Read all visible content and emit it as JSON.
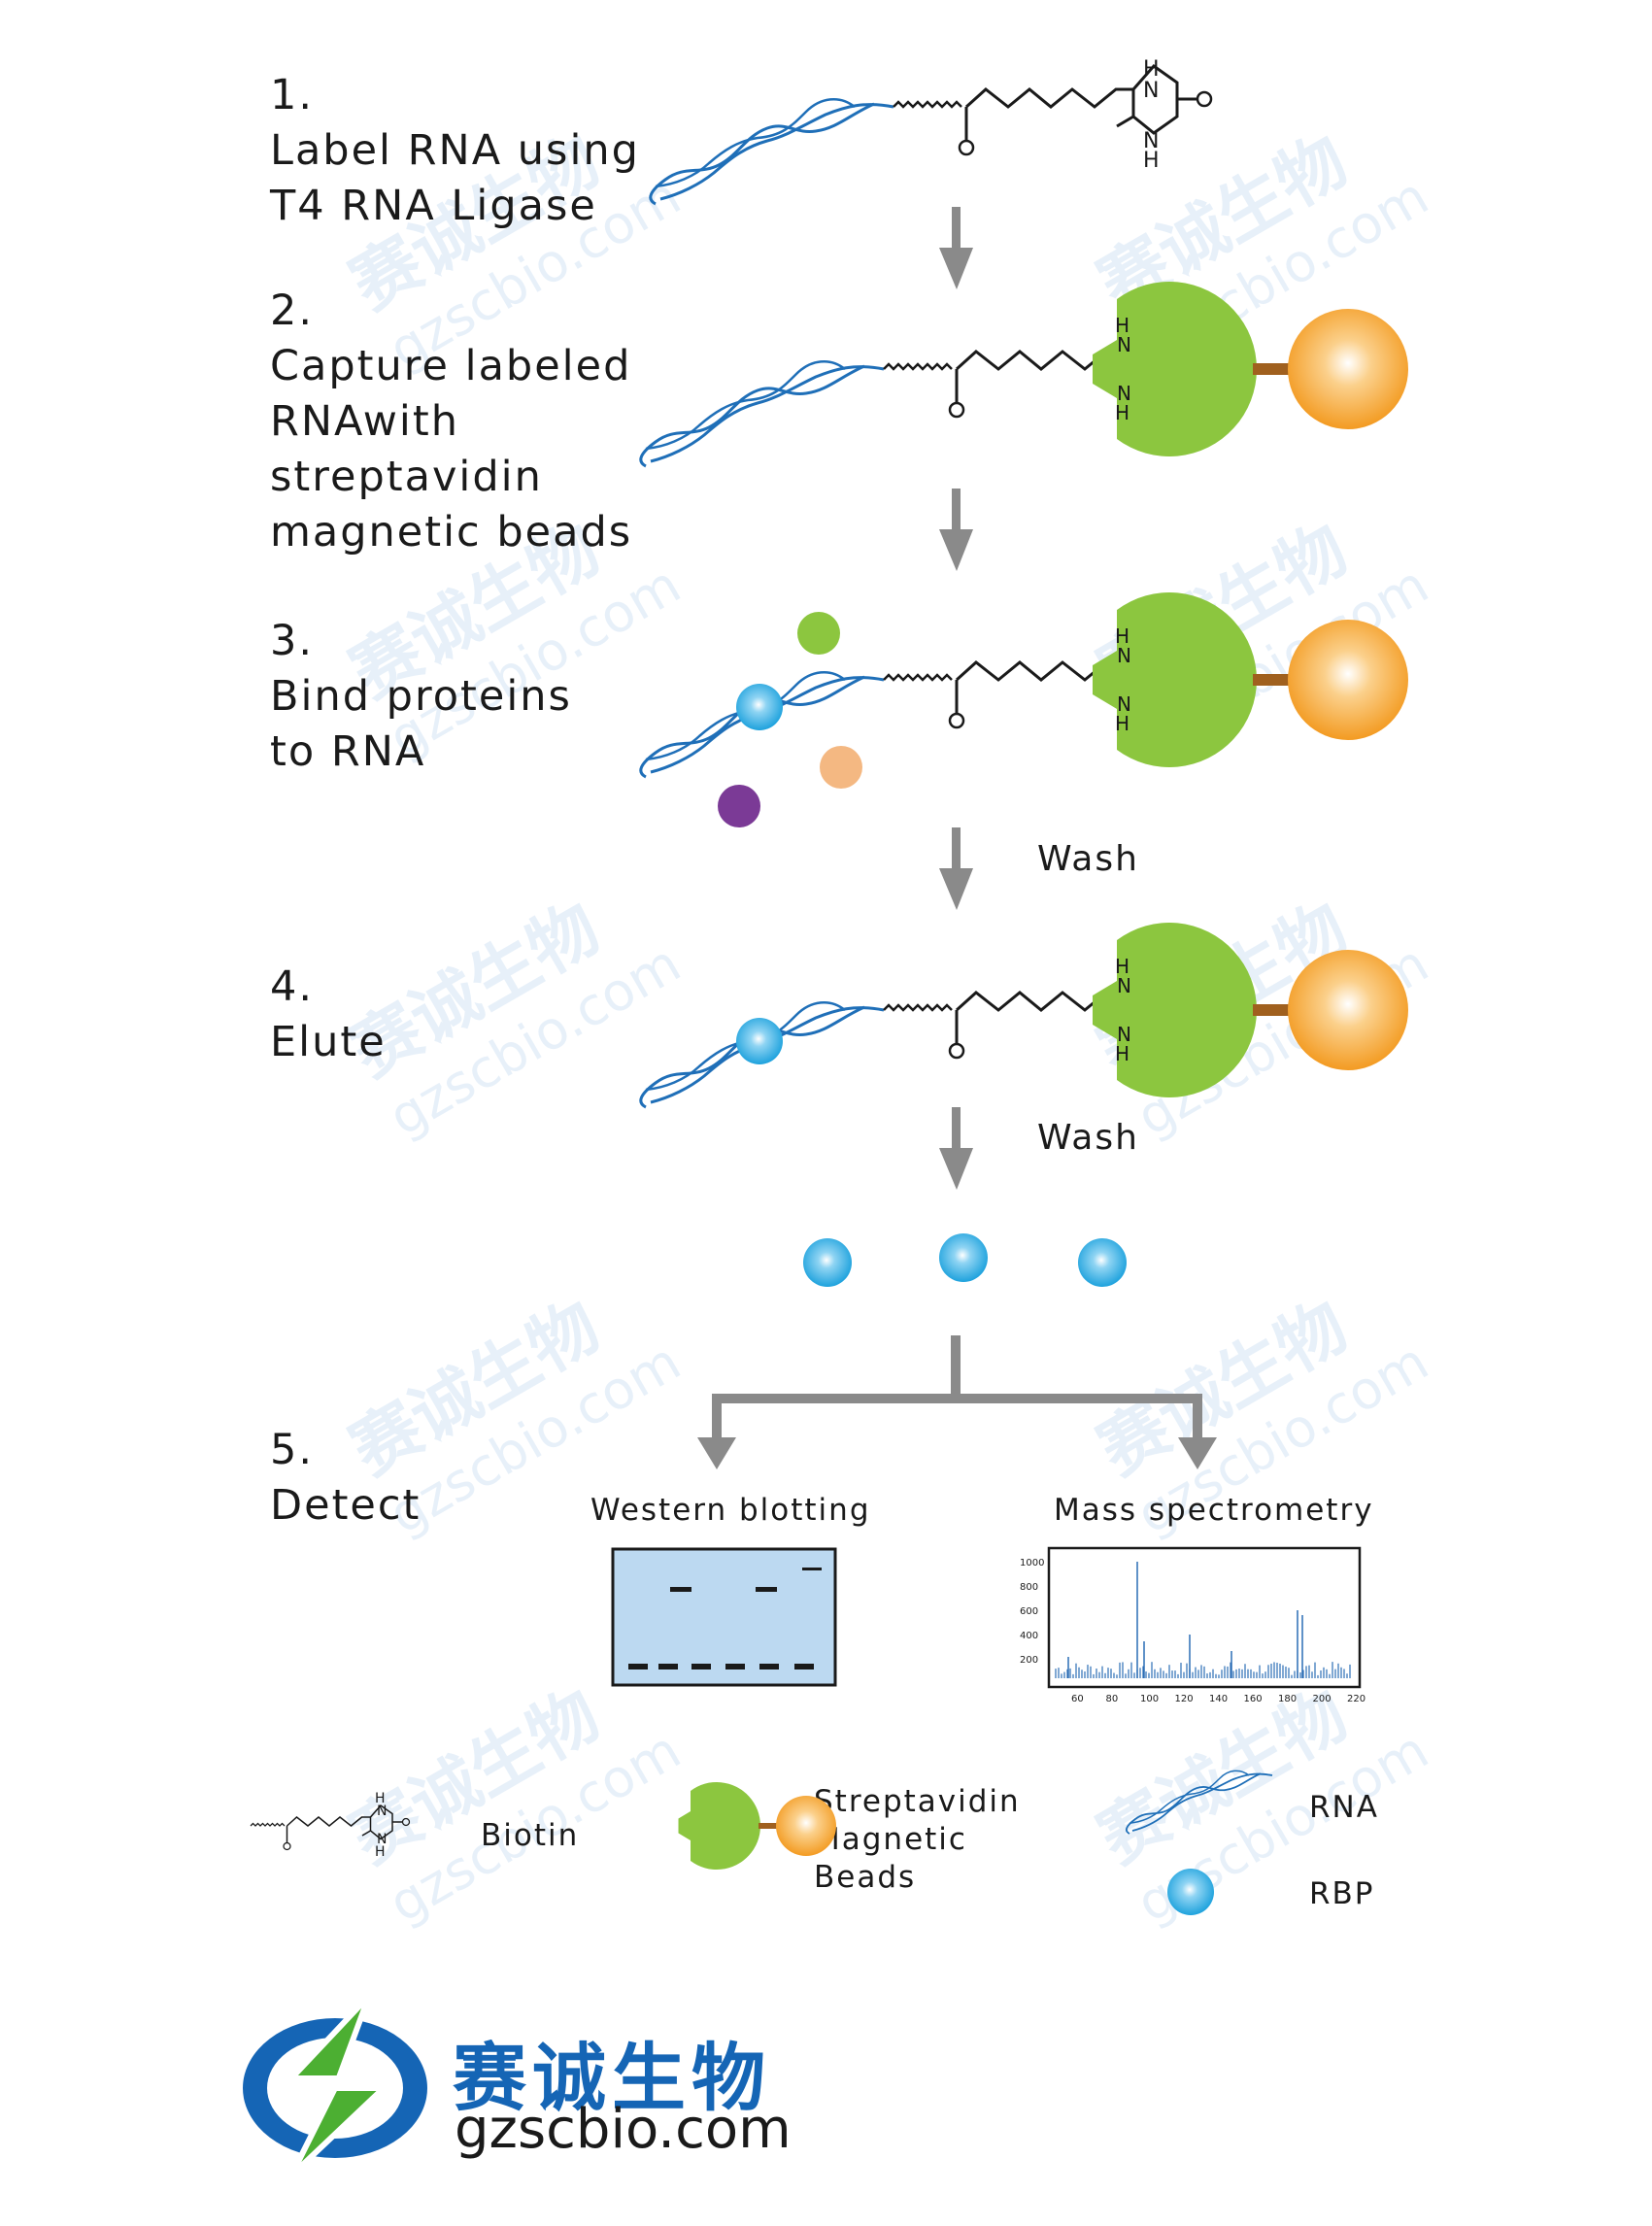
{
  "steps": [
    {
      "num": "1.",
      "lines": [
        "Label  RNA  using",
        "T4  RNA  Ligase"
      ]
    },
    {
      "num": "2.",
      "lines": [
        "Capture  labeled",
        "RNAwith",
        "streptavidin",
        "magnetic  beads"
      ]
    },
    {
      "num": "3.",
      "lines": [
        "Bind  proteins",
        "to  RNA"
      ]
    },
    {
      "num": "4.",
      "lines": [
        "Elute"
      ]
    },
    {
      "num": "5.",
      "lines": [
        "Detect"
      ]
    }
  ],
  "wash_labels": [
    "Wash",
    "Wash"
  ],
  "detect": {
    "western": "Western  blotting",
    "mass": "Mass  spectrometry",
    "ms_y_ticks": [
      "1000",
      "800",
      "600",
      "400",
      "200"
    ],
    "ms_x_ticks": [
      "60",
      "80",
      "100",
      "120",
      "140",
      "160",
      "180",
      "200",
      "220"
    ]
  },
  "legend": {
    "biotin": "Biotin",
    "beads": [
      "Streptavidin",
      "Magnetic",
      "Beads"
    ],
    "rna": "RNA",
    "rbp": "RBP"
  },
  "chem": {
    "H": "H",
    "N": "N",
    "O": "O"
  },
  "logo": {
    "cn": "赛诚生物",
    "en": "gzscbio.com"
  },
  "watermark": {
    "cn": "赛诚生物",
    "en": "gzscbio.com"
  },
  "colors": {
    "rna": "#1f6fb8",
    "streptavidin": "#8cc63f",
    "bead": "#f5a02a",
    "rbp": "#29a9e1",
    "arrow": "#8a8a8a",
    "blot_bg": "#bcd9f1",
    "protein_purple": "#7b3a96",
    "protein_peach": "#f4b882",
    "logo_blue": "#1565b5",
    "logo_green": "#4caf32"
  }
}
